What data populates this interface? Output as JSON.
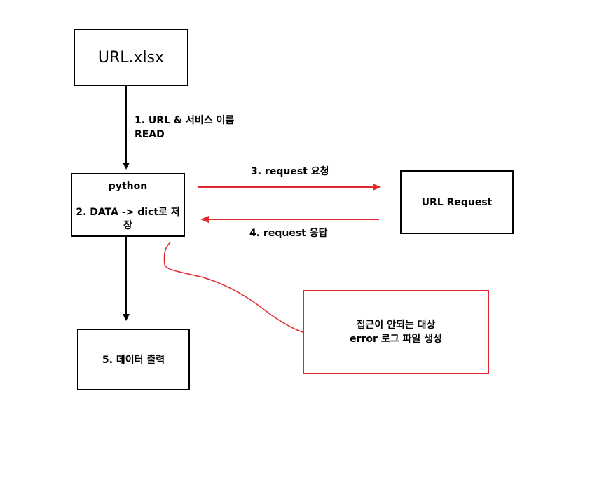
{
  "nodes": {
    "excel": {
      "label": "URL.xlsx"
    },
    "python": {
      "title": "python",
      "line1": "2. DATA -> dict로 저",
      "line2": "장"
    },
    "request": {
      "label": "URL Request"
    },
    "output": {
      "label": "5. 데이터 출력"
    },
    "error": {
      "line1": "접근이 안되는 대상",
      "line2": "error 로그 파일 생성"
    }
  },
  "edges": {
    "read": {
      "line1": "1. URL & 서비스 이름",
      "line2": "READ"
    },
    "req": {
      "label": "3. request 요청"
    },
    "resp": {
      "label": "4. request 응답"
    }
  },
  "colors": {
    "black": "#000000",
    "red": "#e0282e"
  }
}
